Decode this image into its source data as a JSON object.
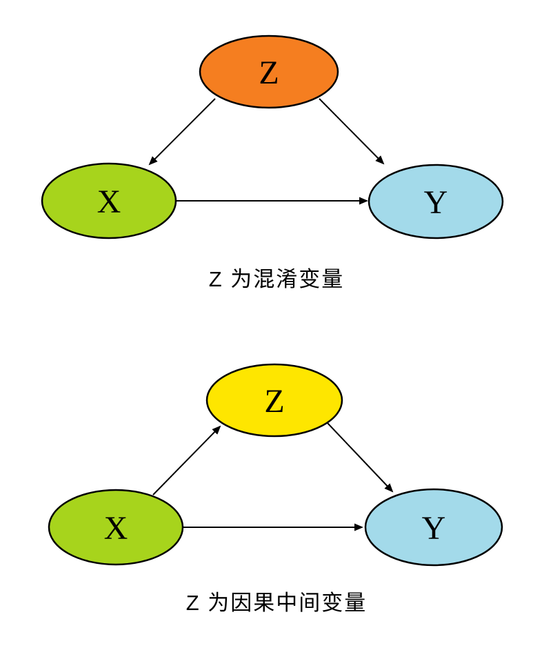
{
  "page": {
    "background_color": "#FFFFFF",
    "stroke_color": "#000000",
    "text_color": "#000000"
  },
  "diagrams": [
    {
      "name": "confounder-diagram",
      "caption": "Z 为混淆变量",
      "nodes": {
        "z": {
          "label": "Z",
          "color": "#F57E20"
        },
        "x": {
          "label": "X",
          "color": "#A7D41C"
        },
        "y": {
          "label": "Y",
          "color": "#A3DAEA"
        }
      },
      "edges": [
        {
          "from": "Z",
          "to": "X"
        },
        {
          "from": "Z",
          "to": "Y"
        },
        {
          "from": "X",
          "to": "Y"
        }
      ]
    },
    {
      "name": "mediator-diagram",
      "caption": "Z 为因果中间变量",
      "nodes": {
        "z": {
          "label": "Z",
          "color": "#FEE600"
        },
        "x": {
          "label": "X",
          "color": "#A7D41C"
        },
        "y": {
          "label": "Y",
          "color": "#A3DAEA"
        }
      },
      "edges": [
        {
          "from": "X",
          "to": "Z"
        },
        {
          "from": "Z",
          "to": "Y"
        },
        {
          "from": "X",
          "to": "Y"
        }
      ]
    }
  ]
}
